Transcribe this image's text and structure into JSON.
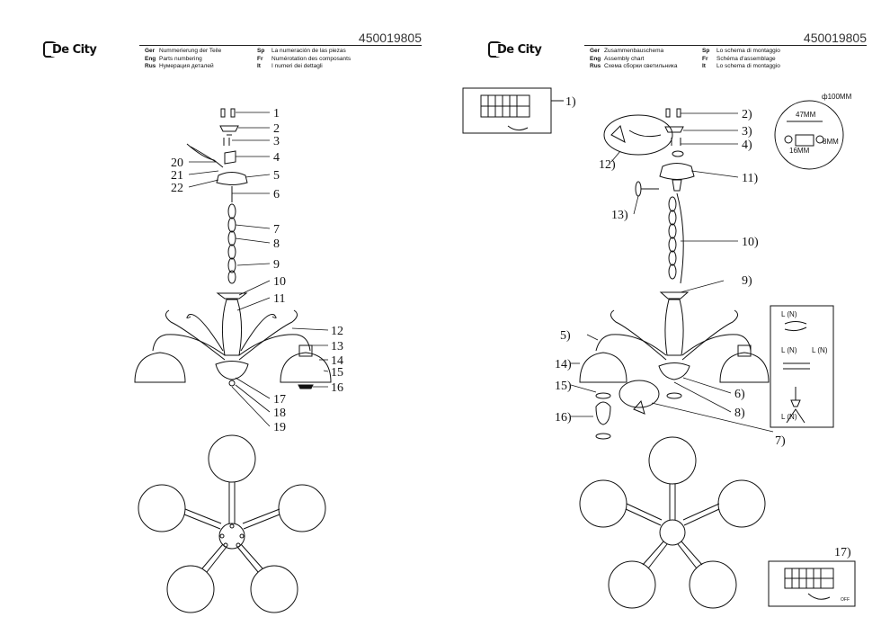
{
  "left": {
    "brand": "De City",
    "article": "450019805",
    "lang_ger": "Ger",
    "lang_eng": "Eng",
    "lang_rus": "Rus",
    "lang_sp": "Sp",
    "lang_fr": "Fr",
    "lang_it": "It",
    "ger": "Nummerierung der Teile",
    "eng": "Parts numbering",
    "rus": "Нумерация деталей",
    "sp": "La numeración de las piezas",
    "fr": "Numérotation des composants",
    "it": "I numeri dei dettagli",
    "labels": [
      "1",
      "2",
      "3",
      "4",
      "5",
      "6",
      "7",
      "8",
      "9",
      "10",
      "11",
      "12",
      "13",
      "14",
      "15",
      "16",
      "17",
      "18",
      "19",
      "20",
      "21",
      "22"
    ]
  },
  "right": {
    "brand": "De City",
    "article": "450019805",
    "lang_ger": "Ger",
    "lang_eng": "Eng",
    "lang_rus": "Rus",
    "lang_sp": "Sp",
    "lang_fr": "Fr",
    "lang_it": "It",
    "ger": "Zusammenbauschema",
    "eng": "Assembly chart",
    "rus": "Схема сборки светильника",
    "sp": "Lo schema di montaggio",
    "fr": "Schéma d'assemblage",
    "it": "Lo schema di montaggio",
    "labels": [
      "1)",
      "2)",
      "3)",
      "4)",
      "11)",
      "12)",
      "13)",
      "10)",
      "9)",
      "5)",
      "14)",
      "15)",
      "16)",
      "6)",
      "8)",
      "7)",
      "17)"
    ],
    "dim_diameter": "ф100MM",
    "dim_47": "47MM",
    "dim_16": "16MM",
    "dim_8": "8MM",
    "wire_l_n": "L (N)",
    "wire_l_n2": "L (N)",
    "wire_l_n3": "L (N)",
    "wire_l_n4": "L (N)",
    "inset_arrow": "OFF"
  }
}
